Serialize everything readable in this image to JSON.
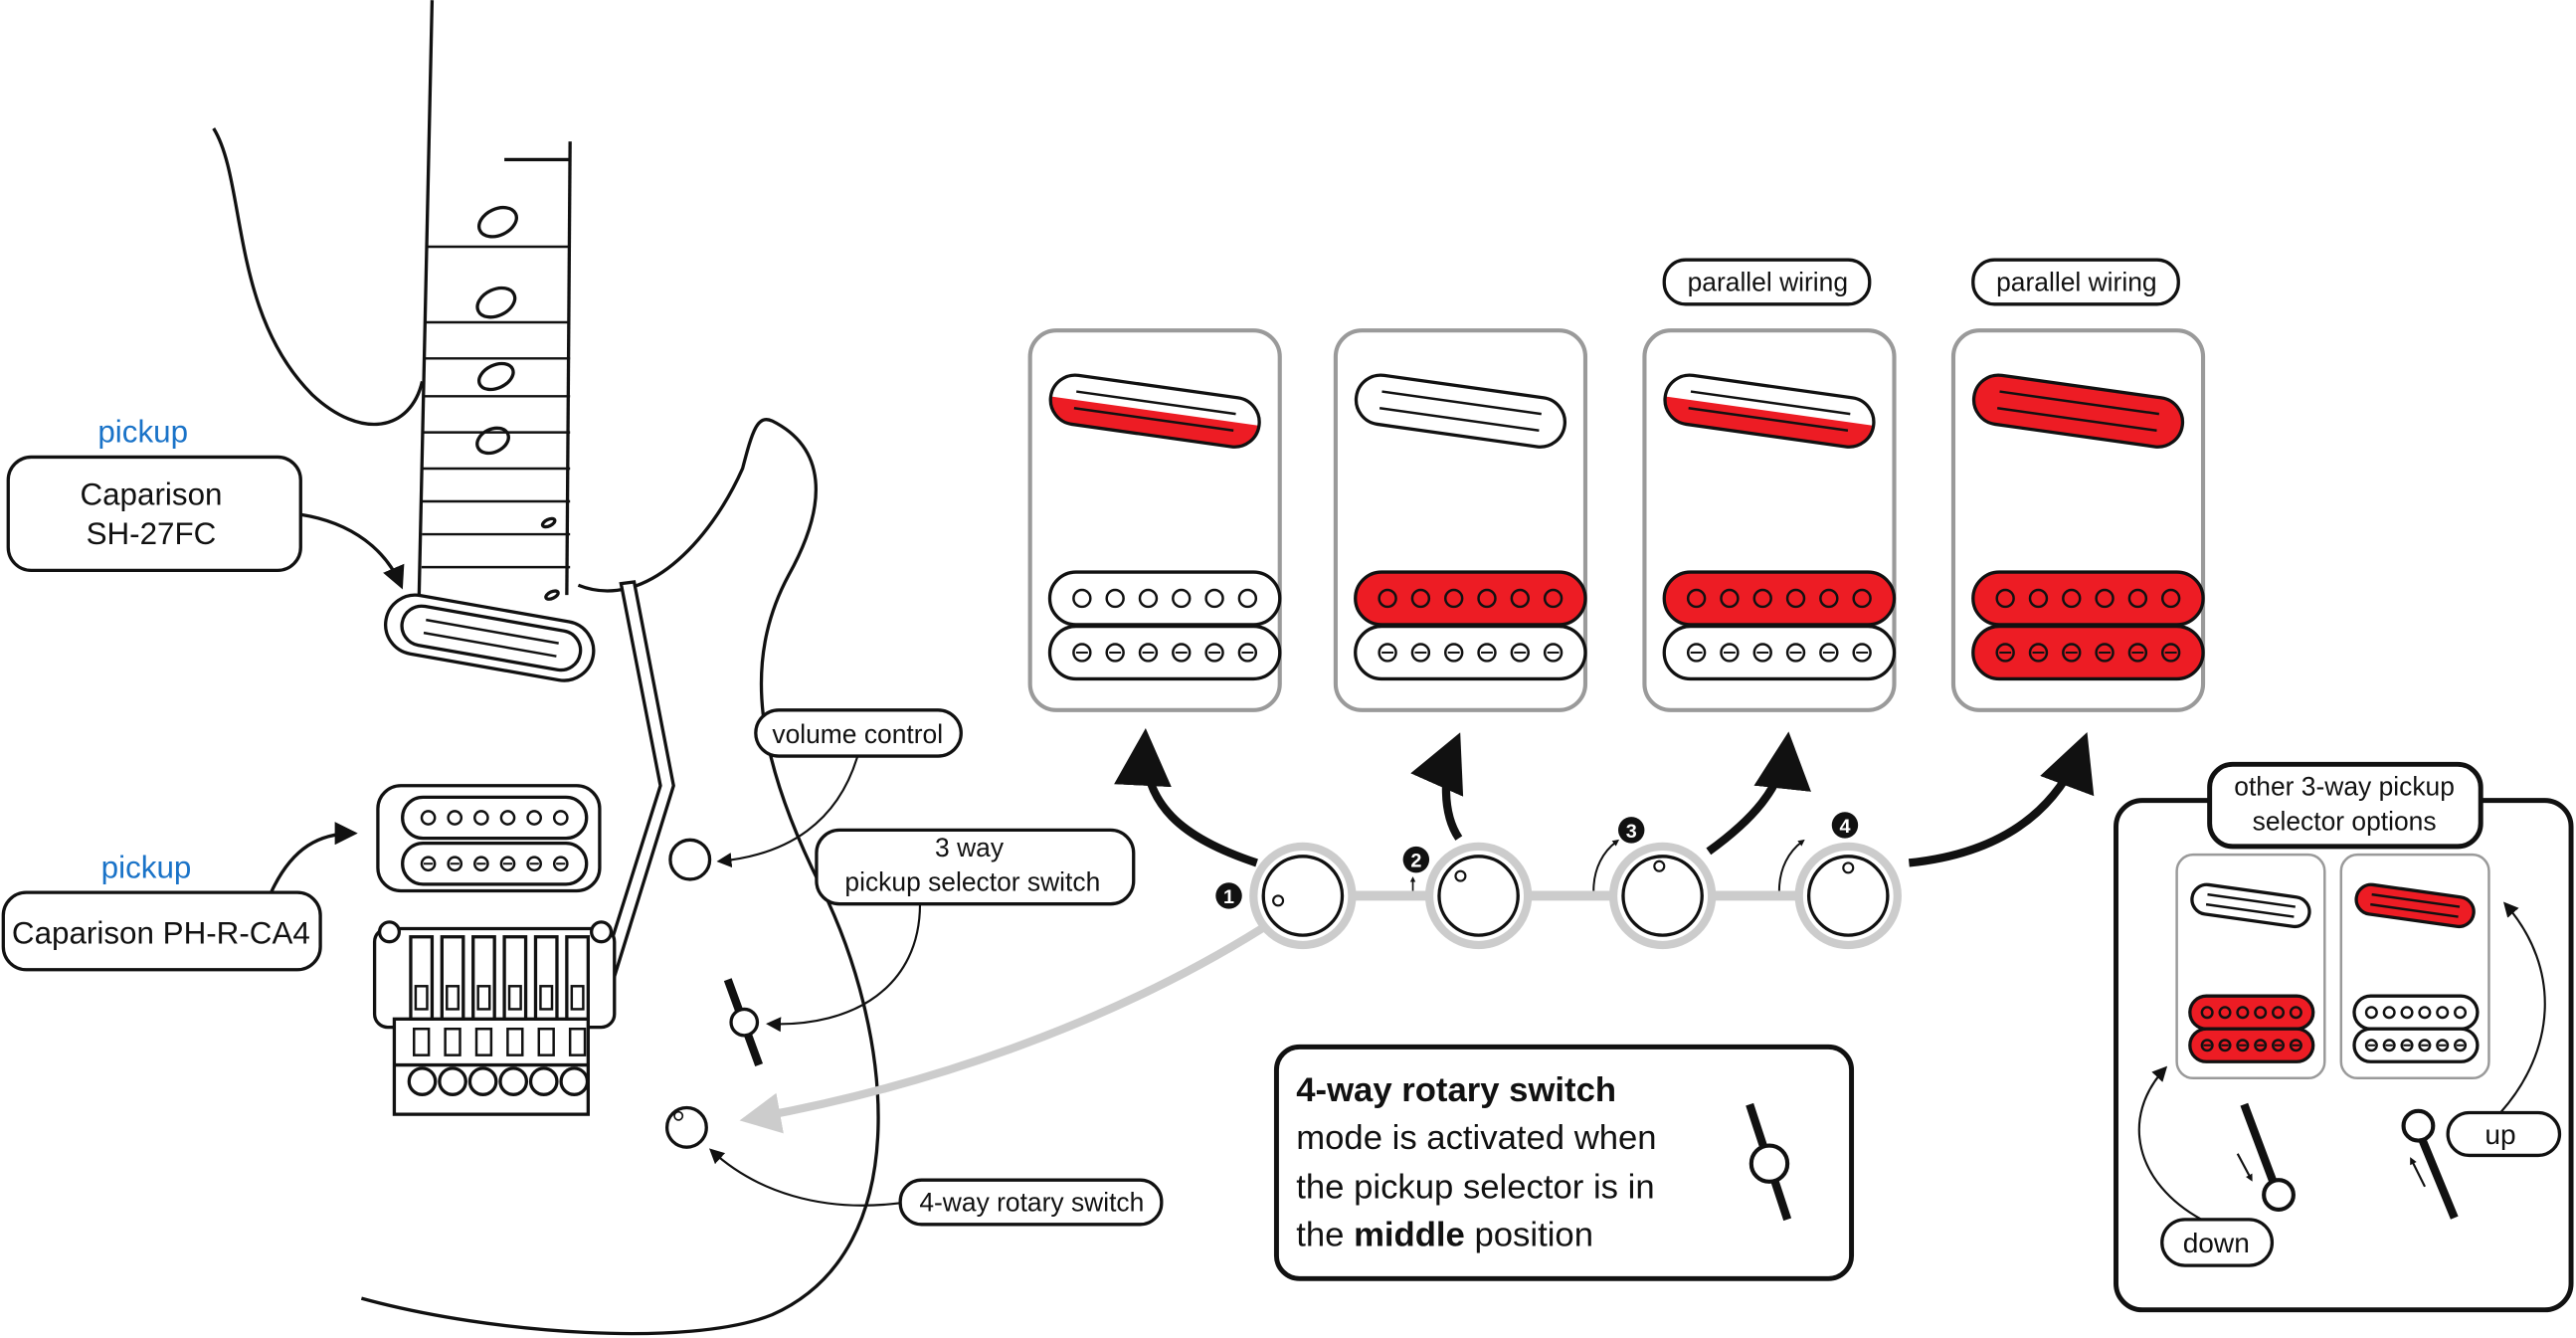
{
  "colors": {
    "active": "#ed1c24",
    "label_blue": "#1a73c8",
    "card_border": "#9a9a9a",
    "track": "#cccccc"
  },
  "neck_pickup": {
    "caption": "pickup",
    "model_line1": "Caparison",
    "model_line2": "SH-27FC"
  },
  "bridge_pickup": {
    "caption": "pickup",
    "model": "Caparison PH-R-CA4"
  },
  "controls": {
    "volume": "volume control",
    "selector_line1": "3 way",
    "selector_line2": "pickup selector switch",
    "rotary": "4-way rotary switch"
  },
  "positions": [
    {
      "number": "1",
      "tag": "",
      "single": "lower",
      "hum_top": false,
      "hum_bottom": false
    },
    {
      "number": "2",
      "tag": "",
      "single": "none",
      "hum_top": true,
      "hum_bottom": false
    },
    {
      "number": "3",
      "tag": "parallel wiring",
      "single": "lower",
      "hum_top": true,
      "hum_bottom": false
    },
    {
      "number": "4",
      "tag": "parallel wiring",
      "single": "full",
      "hum_top": true,
      "hum_bottom": true
    }
  ],
  "info": {
    "title": "4-way rotary switch",
    "line1": "mode is activated when",
    "line2": "the pickup selector is in",
    "line3_pre": "the ",
    "line3_bold": "middle",
    "line3_post": " position"
  },
  "other": {
    "title_line1": "other 3-way pickup",
    "title_line2": "selector options",
    "down_label": "down",
    "up_label": "up",
    "down": {
      "single": "none",
      "hum_top": true,
      "hum_bottom": true
    },
    "up": {
      "single": "full",
      "hum_top": false,
      "hum_bottom": false
    }
  }
}
